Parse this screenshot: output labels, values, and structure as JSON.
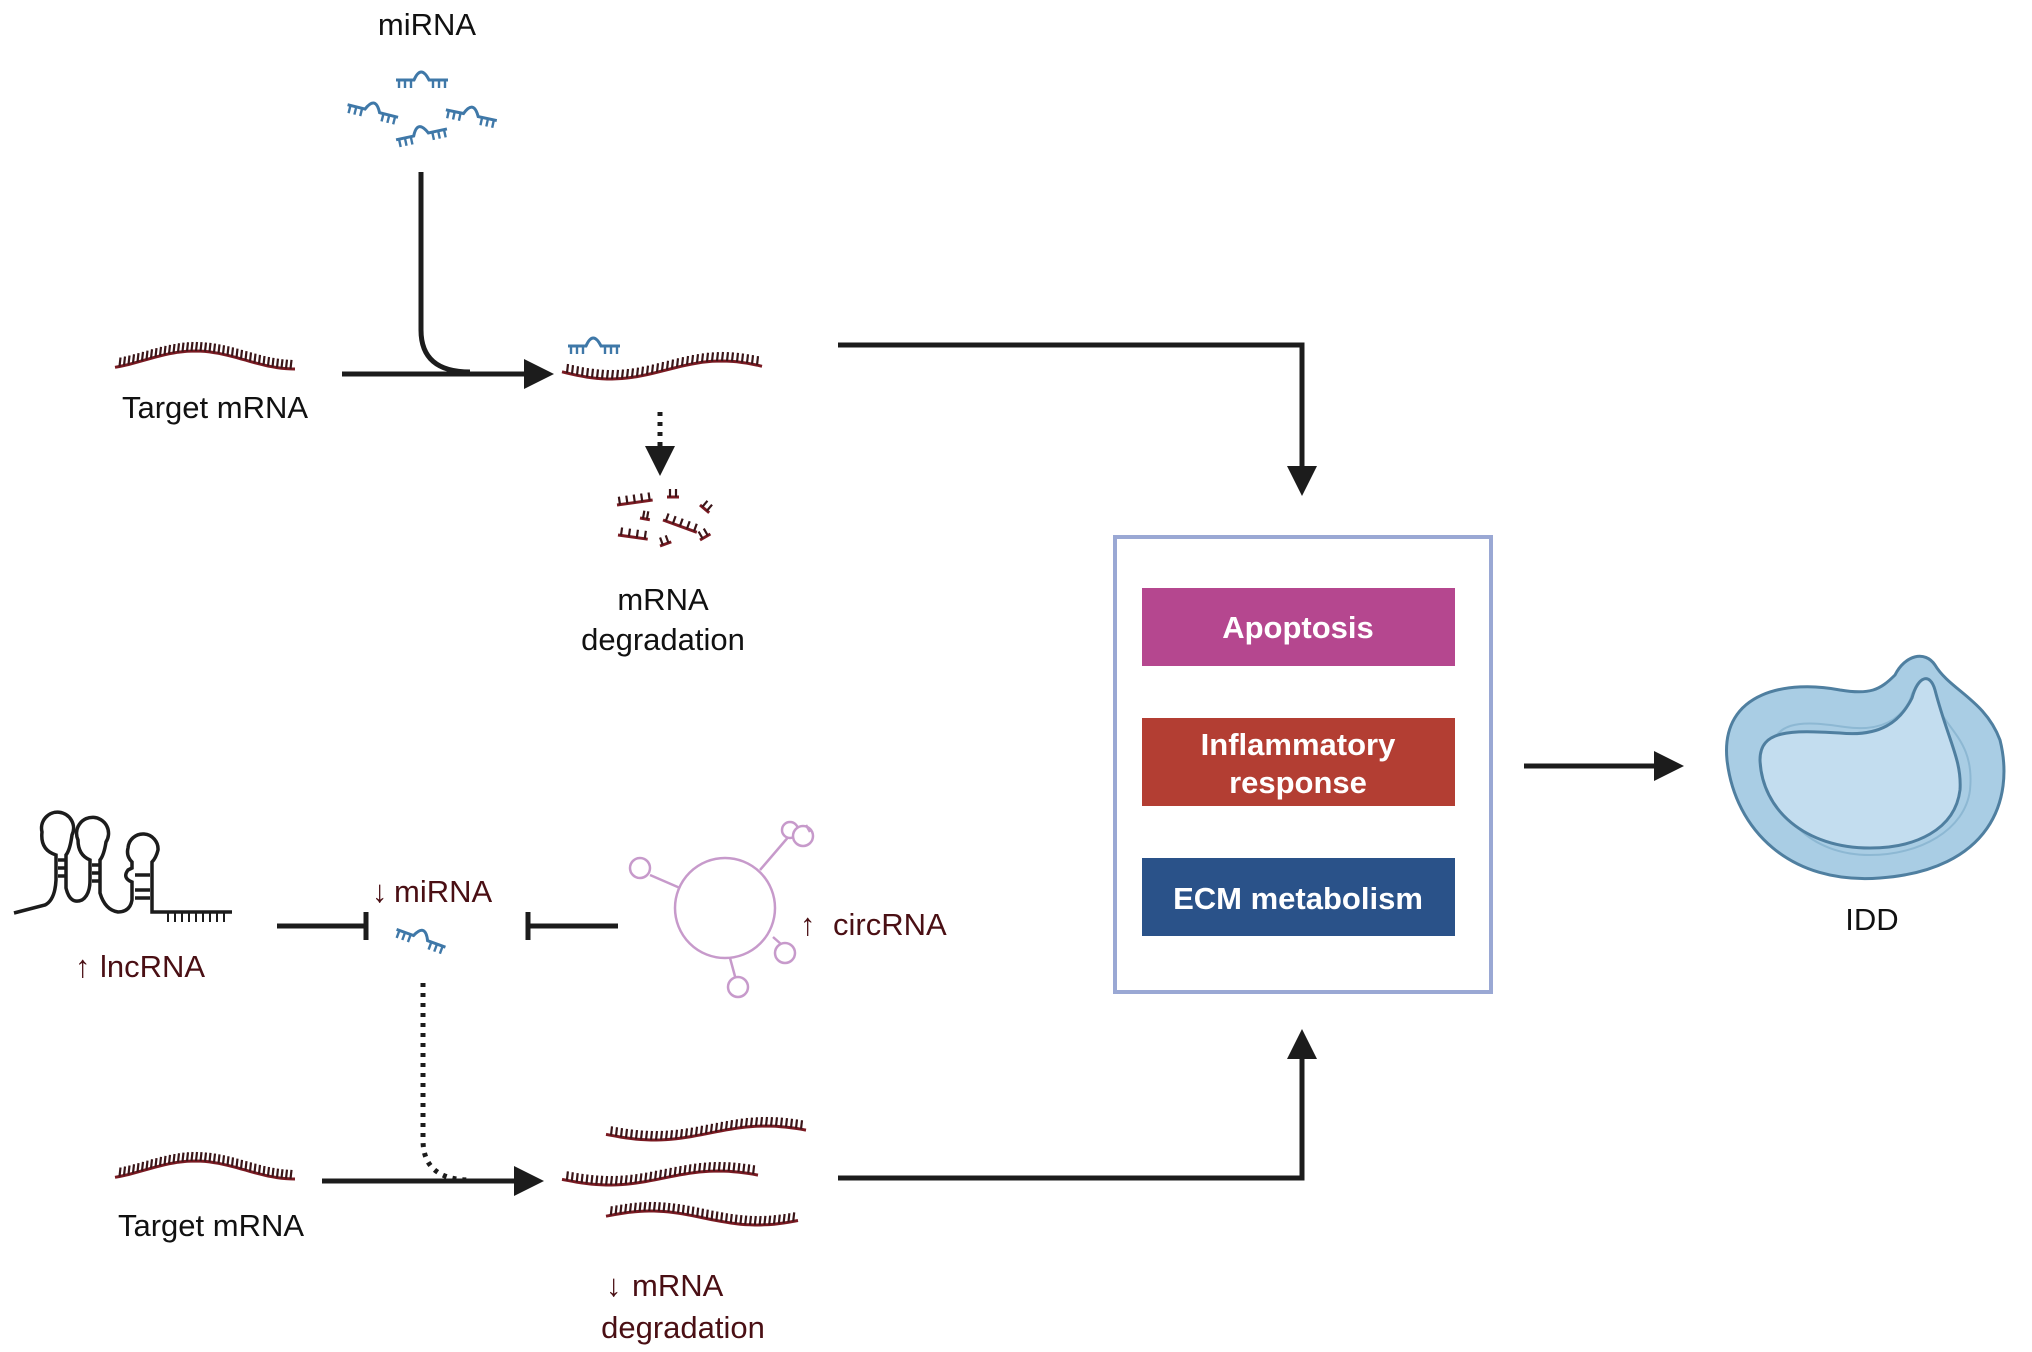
{
  "title": "Non-coding RNA regulation in intervertebral disc degeneration",
  "top_pathway": {
    "mirna_label": "miRNA",
    "target_label": "Target mRNA",
    "degradation_label_line1": "mRNA",
    "degradation_label_line2": "degradation"
  },
  "bottom_pathway": {
    "lncrna_arrow": "↑",
    "lncrna_label": "lncRNA",
    "mirna_arrow": "↓",
    "mirna_label": "miRNA",
    "circrna_arrow": "↑",
    "circrna_label": "circRNA",
    "target_label": "Target mRNA",
    "degradation_arrow": "↓",
    "degradation_label_line1": "mRNA",
    "degradation_label_line2": "degradation"
  },
  "outcomes": {
    "items": [
      {
        "line1": "Apoptosis",
        "line2": "",
        "color": "#b5478f"
      },
      {
        "line1": "Inflammatory",
        "line2": "response",
        "color": "#b33e33"
      },
      {
        "line1": "ECM metabolism",
        "line2": "",
        "color": "#2a5289"
      }
    ],
    "border_color": "#9aa8d4"
  },
  "result": {
    "label": "IDD"
  },
  "colors": {
    "mrna": "#7a1a22",
    "mirna": "#3f78a8",
    "circrna": "#c79acb",
    "disc": "#a9cde4"
  }
}
